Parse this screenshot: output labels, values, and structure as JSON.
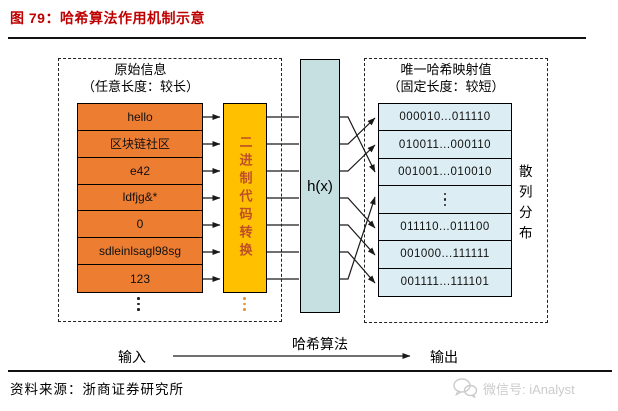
{
  "header": {
    "title": "图 79：哈希算法作用机制示意"
  },
  "diagram": {
    "input_group": {
      "title": "原始信息",
      "subtitle": "（任意长度：较长）",
      "rows": [
        "hello",
        "区块链社区",
        "e42",
        "ldfjg&*",
        "0",
        "sdleinlsagl98sg",
        "123"
      ],
      "ellipsis": "⋮"
    },
    "converter": {
      "label": "二进制代码转换",
      "ellipsis": "⋮"
    },
    "hash_function": {
      "label": "h(x)"
    },
    "output_group": {
      "title": "唯一哈希映射值",
      "subtitle": "（固定长度：较短）",
      "rows": [
        "000010...011110",
        "010011...000110",
        "001001...010010",
        "⋮",
        "011110...011100",
        "001000...111111",
        "001111...111101"
      ]
    },
    "distribution_label": "散列分布",
    "flow": {
      "input_label": "输入",
      "arrow_label": "哈希算法",
      "output_label": "输出"
    }
  },
  "footer": {
    "source": "资料来源：浙商证券研究所"
  },
  "watermark": {
    "wechat_label": "微信号: iAnalyst"
  },
  "colors": {
    "title_red": "#C00000",
    "input_row_fill": "#ED7D31",
    "converter_fill": "#FFC000",
    "converter_text": "#BE5028",
    "hash_box_fill": "#C6E0E2",
    "output_row_fill": "#DCEEF3",
    "watermark_gray": "#CCCCCC"
  }
}
